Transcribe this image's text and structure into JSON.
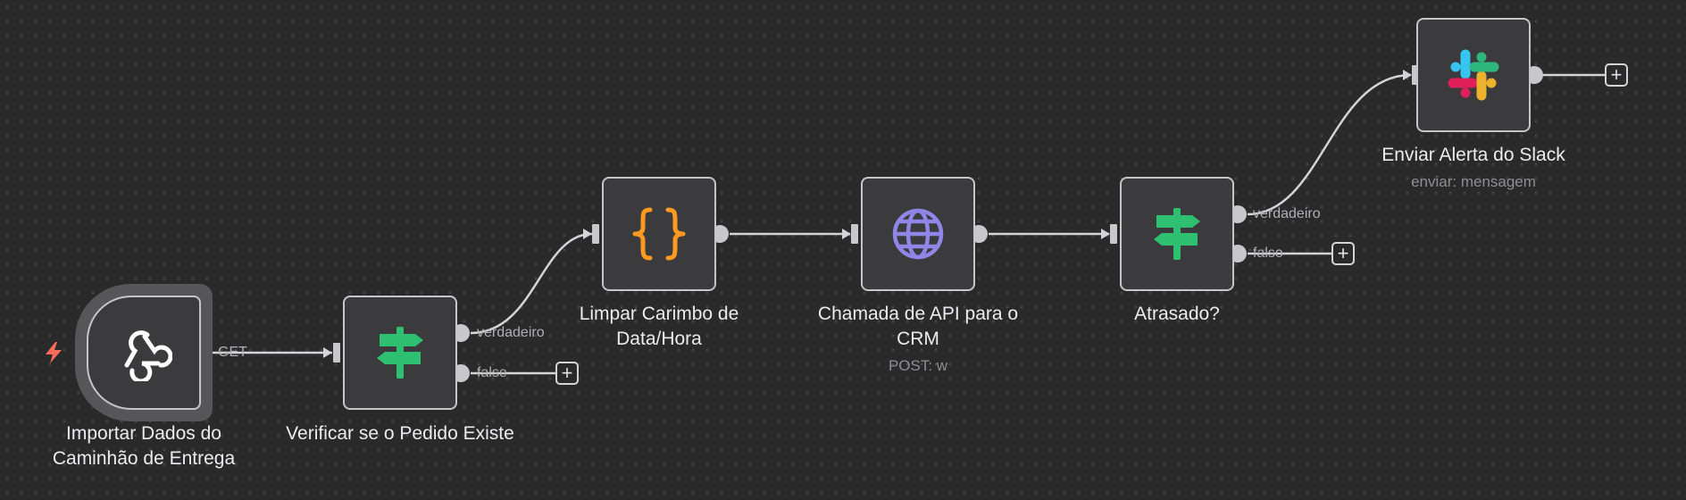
{
  "colors": {
    "background": "#2a2a2b",
    "node_fill": "#3b3b3d",
    "node_border": "#c6c6ca",
    "wire": "#d4d4d8",
    "trigger_bolt": "#ff6b5b",
    "if_icon": "#2fbf71",
    "code_icon": "#ff9922",
    "http_icon": "#8f86e8"
  },
  "nodes": {
    "webhook": {
      "label": "Importar Dados do Caminhão de Entrega",
      "icon": "webhook-icon",
      "output_label": "GET",
      "trigger_icon": "lightning-bolt-icon"
    },
    "if_order": {
      "label": "Verificar se o Pedido Existe",
      "icon": "signpost-icon",
      "true_label": "verdadeiro",
      "false_label": "false"
    },
    "code": {
      "label": "Limpar Carimbo de Data/Hora",
      "icon": "curly-braces-icon"
    },
    "http": {
      "label": "Chamada de API para o CRM",
      "subtitle": "POST: w",
      "icon": "globe-icon"
    },
    "if_late": {
      "label": "Atrasado?",
      "icon": "signpost-icon",
      "true_label": "verdadeiro",
      "false_label": "falso"
    },
    "slack": {
      "label": "Enviar Alerta do Slack",
      "subtitle": "enviar: mensagem",
      "icon": "slack-icon"
    }
  },
  "add_button_symbol": "+"
}
